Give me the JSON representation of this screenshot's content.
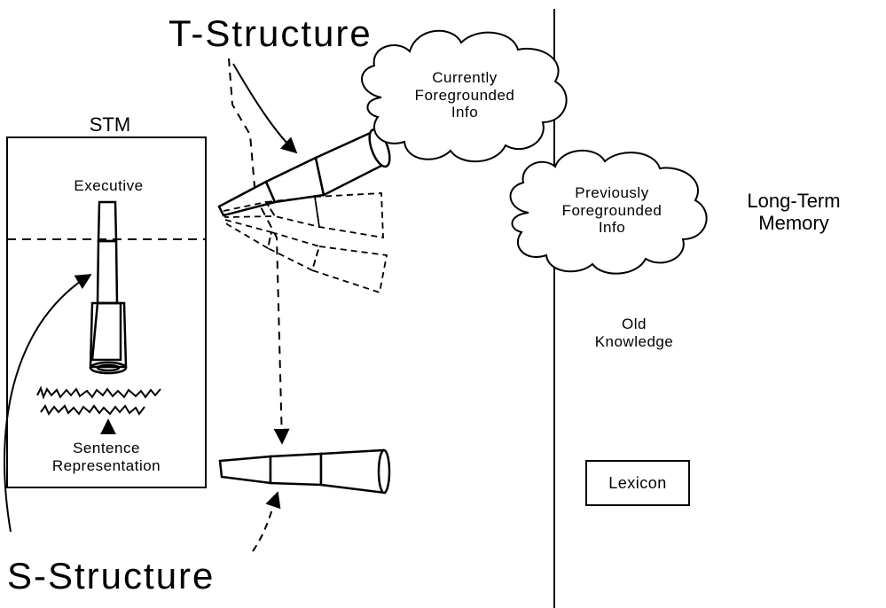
{
  "title": "T-Structure",
  "labels": {
    "stm": "STM",
    "executive": "Executive",
    "sentence_representation": "Sentence\nRepresentation",
    "s_structure": "S-Structure",
    "currently_foregrounded": "Currently\nForegrounded\nInfo",
    "previously_foregrounded": "Previously\nForegrounded\nInfo",
    "long_term_memory": "Long-Term\nMemory",
    "old_knowledge": "Old\nKnowledge",
    "lexicon": "Lexicon"
  },
  "colors": {
    "ink": "#000000",
    "paper": "#ffffff"
  }
}
